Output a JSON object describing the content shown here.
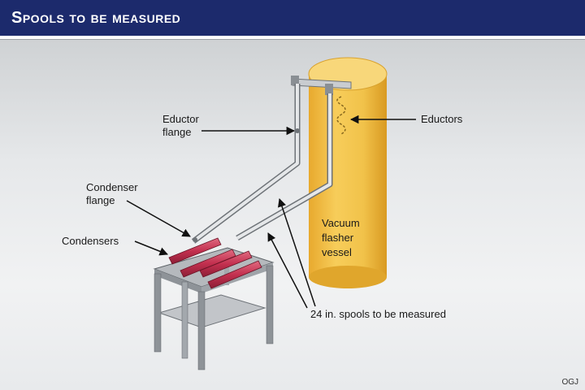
{
  "header": {
    "title": "Spools to be measured"
  },
  "labels": {
    "eductor_flange": [
      "Eductor",
      "flange"
    ],
    "eductors": "Eductors",
    "condenser_flange": [
      "Condenser",
      "flange"
    ],
    "condensers": "Condensers",
    "vessel": [
      "Vacuum",
      "flasher",
      "vessel"
    ],
    "spools": "24 in. spools to be measured"
  },
  "footer": {
    "credit": "OGJ"
  },
  "colors": {
    "header_bg": "#1c2a6c",
    "vessel_fill": "#f1c24a",
    "condenser_fill": "#c3304f",
    "table_fill": "#a9adb2",
    "pipe_fill": "#d9dbdd"
  }
}
